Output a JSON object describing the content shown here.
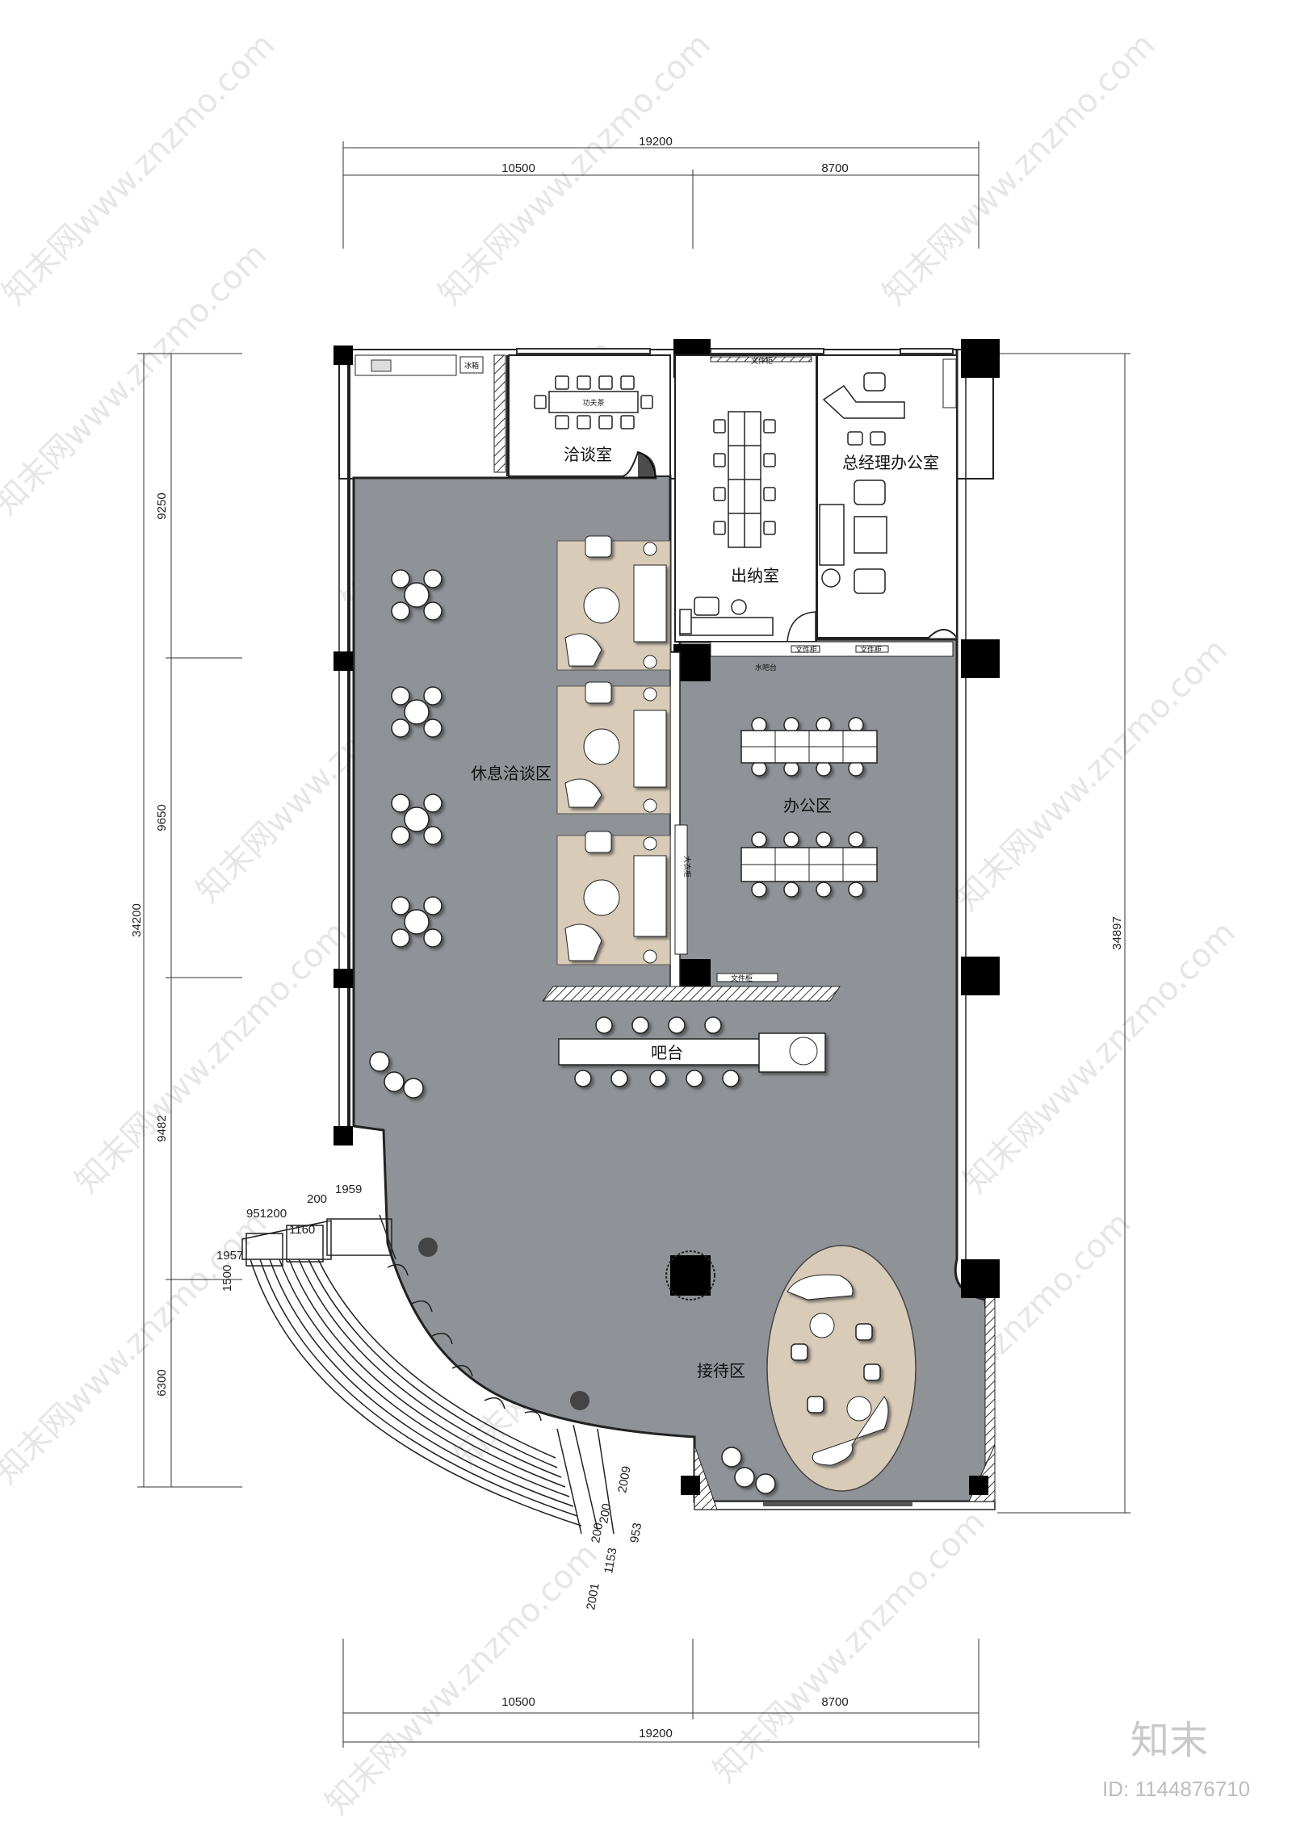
{
  "dimensions": {
    "top_total": "19200",
    "top_left": "10500",
    "top_right": "8700",
    "bottom_total": "19200",
    "bottom_left": "10500",
    "bottom_right": "8700",
    "left_total": "34200",
    "left_seg1": "9250",
    "left_seg2": "9650",
    "left_seg3": "9482",
    "left_seg4": "6300",
    "right_total": "34897",
    "stair": [
      "1957",
      "951200",
      "1160",
      "200",
      "1959",
      "1500",
      "2009",
      "200",
      "953",
      "200",
      "1153",
      "2001"
    ]
  },
  "rooms": {
    "negotiation_room": "洽谈室",
    "cashier_room": "出纳室",
    "gm_office": "总经理办公室",
    "lounge_area": "休息洽谈区",
    "office_area": "办公区",
    "bar": "吧台",
    "reception_area": "接待区"
  },
  "small_labels": {
    "fridge": "冰箱",
    "kung_fu_tea": "功夫茶",
    "file_cabinet": "文件柜",
    "big_cabinet": "大衣柜",
    "water_bar": "水吧台"
  },
  "watermark": "知末网www.znzmo.com",
  "brand": "知末",
  "image_id": "ID: 1144876710",
  "colors": {
    "floor": "#8f9296",
    "wall": "#000000",
    "rug": "#d8ccb8",
    "furniture": "#ffffff"
  }
}
